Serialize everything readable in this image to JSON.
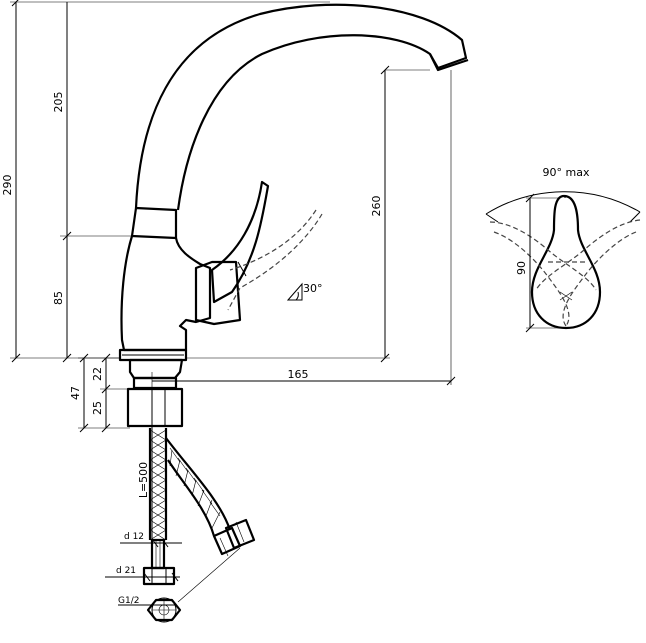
{
  "dimensions": {
    "total_height": "290",
    "spout_height": "205",
    "body_height": "85",
    "outlet_height": "260",
    "reach": "165",
    "shank_total": "47",
    "shank_upper": "22",
    "shank_lower": "25",
    "hose_length": "L=500",
    "hose_diameter": "d 12",
    "nut_diameter": "d 21",
    "thread": "G1/2",
    "lever_angle": "30°",
    "rotation_label": "90° max",
    "handle_height": "90"
  }
}
